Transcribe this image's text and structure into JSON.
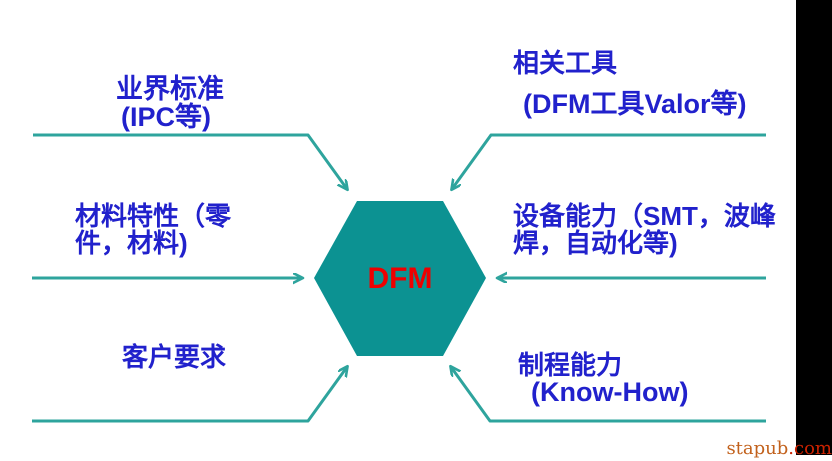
{
  "diagram": {
    "center": {
      "label": "DFM"
    },
    "nodes": [
      {
        "id": "industry-standards",
        "line1": "业界标准",
        "line2": "(IPC等)"
      },
      {
        "id": "related-tools",
        "line1": "相关工具",
        "line2": "(DFM工具Valor等)"
      },
      {
        "id": "material-properties",
        "line1": "材料特性（零",
        "line2": "件，材料)"
      },
      {
        "id": "equipment-capability",
        "line1": "设备能力（SMT，波峰",
        "line2": "焊，自动化等)"
      },
      {
        "id": "customer-requirements",
        "line1": "客户要求",
        "line2": ""
      },
      {
        "id": "process-capability",
        "line1": "制程能力",
        "line2": "(Know-How)"
      }
    ],
    "colors": {
      "hexagon_fill": "#0c9292",
      "arrow_line": "#2ea49d",
      "label_text": "#2121cc",
      "center_text": "#ee0000",
      "right_bar": "#000000"
    }
  },
  "watermark": {
    "prefix": "stapub",
    "suffix": ".com"
  }
}
